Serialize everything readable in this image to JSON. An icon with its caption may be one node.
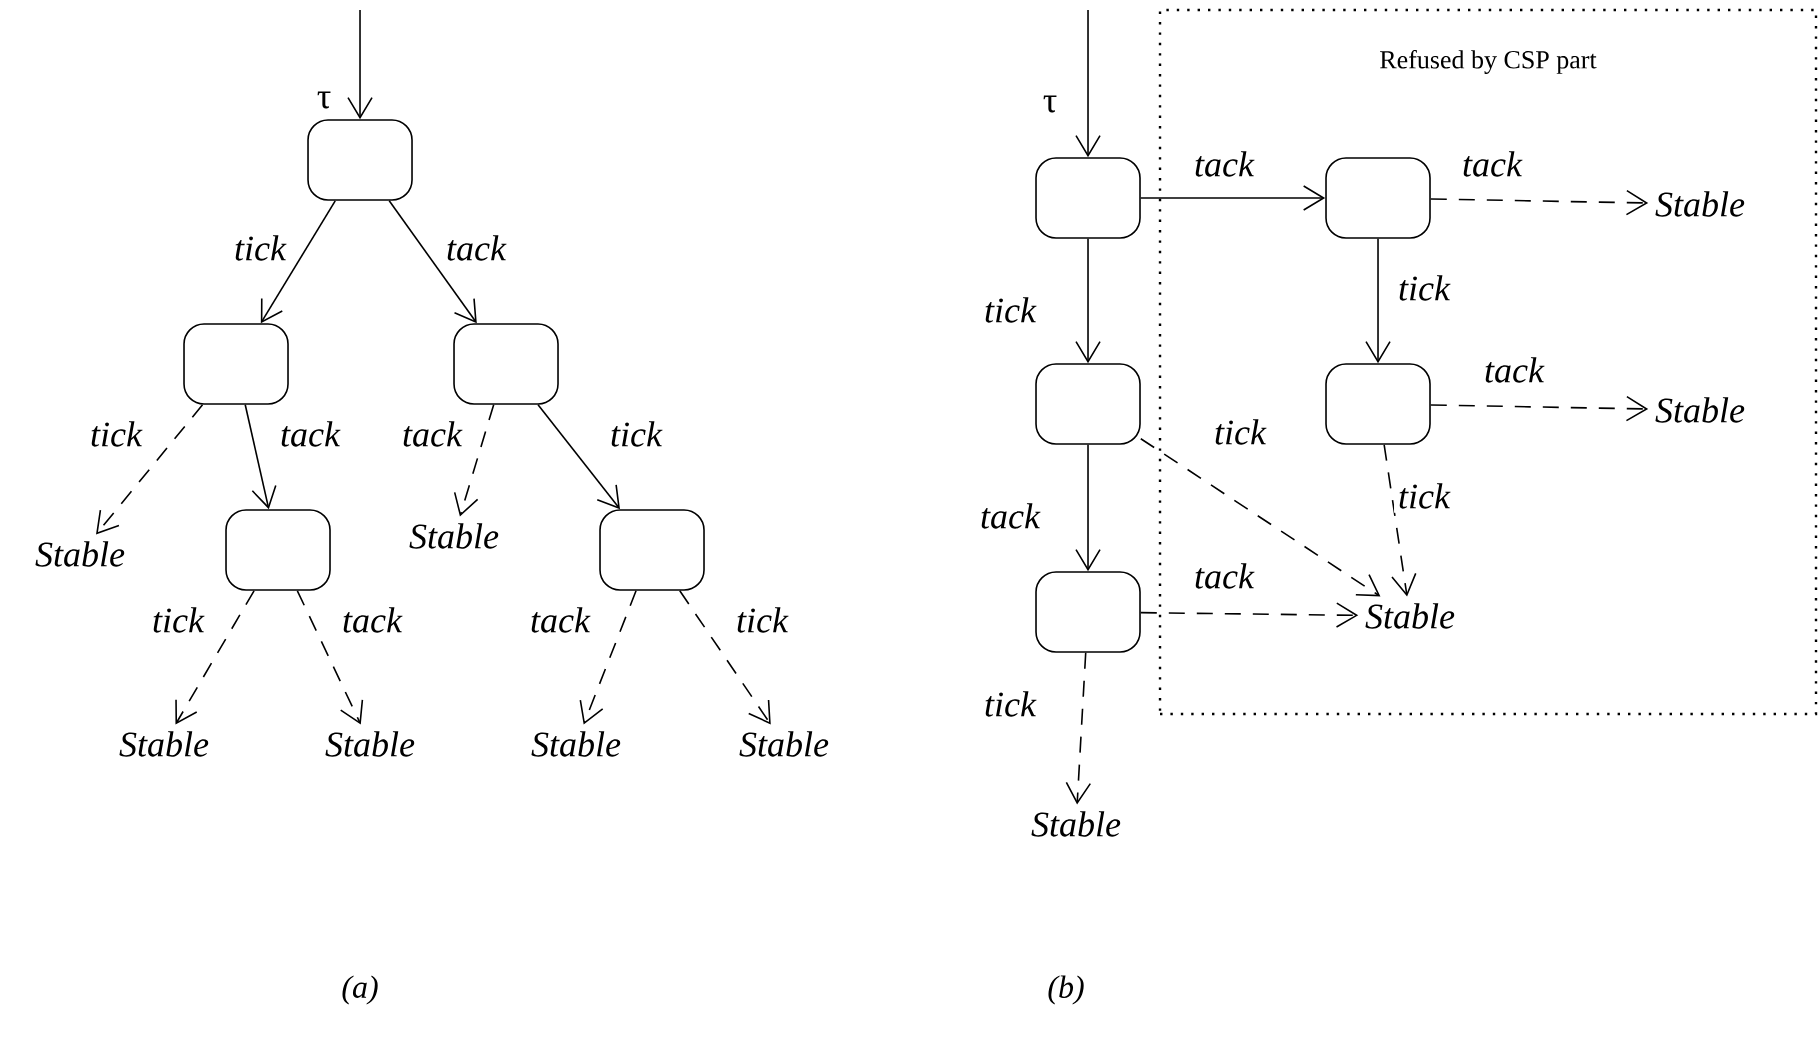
{
  "diagram": {
    "nodes": [
      {
        "text": [],
        "shape": "box"
      },
      {
        "text": [],
        "shape": "box"
      },
      {
        "text": [],
        "shape": "box"
      },
      {
        "text": [
          "Stable"
        ]
      },
      {
        "text": [
          "Stable"
        ]
      },
      {
        "text": [],
        "shape": "box"
      },
      {
        "text": [],
        "shape": "box"
      },
      {
        "text": [
          "Stable"
        ]
      },
      {
        "text": [
          "Stable"
        ]
      },
      {
        "text": [
          "Stable"
        ]
      },
      {
        "text": [
          "Stable"
        ]
      },
      {
        "text": [],
        "shape": "box"
      },
      {
        "text": [
          "Refused by CSP part"
        ]
      },
      {
        "text": [],
        "shape": "box",
        "in": 12
      },
      {
        "text": [
          "Stable"
        ],
        "in": 12
      },
      {
        "text": [],
        "shape": "box"
      },
      {
        "text": [],
        "shape": "box",
        "in": 12
      },
      {
        "text": [
          "Stable"
        ],
        "in": 12
      },
      {
        "text": [
          "Stable"
        ],
        "in": 12
      },
      {
        "text": [],
        "shape": "box"
      },
      {
        "text": [
          "Stable"
        ]
      }
    ],
    "edges": [
      {
        "from": null,
        "to": 0,
        "arrow": "to",
        "label": "τ"
      },
      {
        "from": 0,
        "to": 1,
        "arrow": "to",
        "label": "tick"
      },
      {
        "from": 0,
        "to": 2,
        "arrow": "to",
        "label": "tack"
      },
      {
        "from": 1,
        "to": 3,
        "arrow": "to",
        "label": "tick",
        "style": "dashed"
      },
      {
        "from": 1,
        "to": 5,
        "arrow": "to",
        "label": "tack"
      },
      {
        "from": 2,
        "to": 4,
        "arrow": "to",
        "label": "tack",
        "style": "dashed"
      },
      {
        "from": 2,
        "to": 6,
        "arrow": "to",
        "label": "tick"
      },
      {
        "from": 5,
        "to": 7,
        "arrow": "to",
        "label": "tick",
        "style": "dashed"
      },
      {
        "from": 5,
        "to": 8,
        "arrow": "to",
        "label": "tack",
        "style": "dashed"
      },
      {
        "from": 6,
        "to": 9,
        "arrow": "to",
        "label": "tack",
        "style": "dashed"
      },
      {
        "from": 6,
        "to": 10,
        "arrow": "to",
        "label": "tick",
        "style": "dashed"
      },
      {
        "from": null,
        "to": 11,
        "arrow": "to",
        "label": "τ"
      },
      {
        "from": 11,
        "to": 15,
        "arrow": "to",
        "label": "tick"
      },
      {
        "from": 15,
        "to": 19,
        "arrow": "to",
        "label": "tack"
      },
      {
        "from": 19,
        "to": 20,
        "arrow": "to",
        "label": "tick",
        "style": "dashed"
      },
      {
        "from": 11,
        "to": 13,
        "arrow": "to",
        "label": "tack"
      },
      {
        "from": 13,
        "to": 14,
        "arrow": "to",
        "label": "tack",
        "style": "dashed"
      },
      {
        "from": 13,
        "to": 16,
        "arrow": "to",
        "label": "tick"
      },
      {
        "from": 16,
        "to": 17,
        "arrow": "to",
        "label": "tack",
        "style": "dashed"
      },
      {
        "from": 16,
        "to": 18,
        "arrow": "to",
        "label": "tick",
        "style": "dashed"
      },
      {
        "from": 15,
        "to": 18,
        "arrow": "to",
        "label": "tick",
        "style": "dashed"
      },
      {
        "from": 19,
        "to": 18,
        "arrow": "to",
        "label": "tack",
        "style": "dashed"
      }
    ],
    "labels": [
      "(a)",
      "(b)"
    ]
  }
}
